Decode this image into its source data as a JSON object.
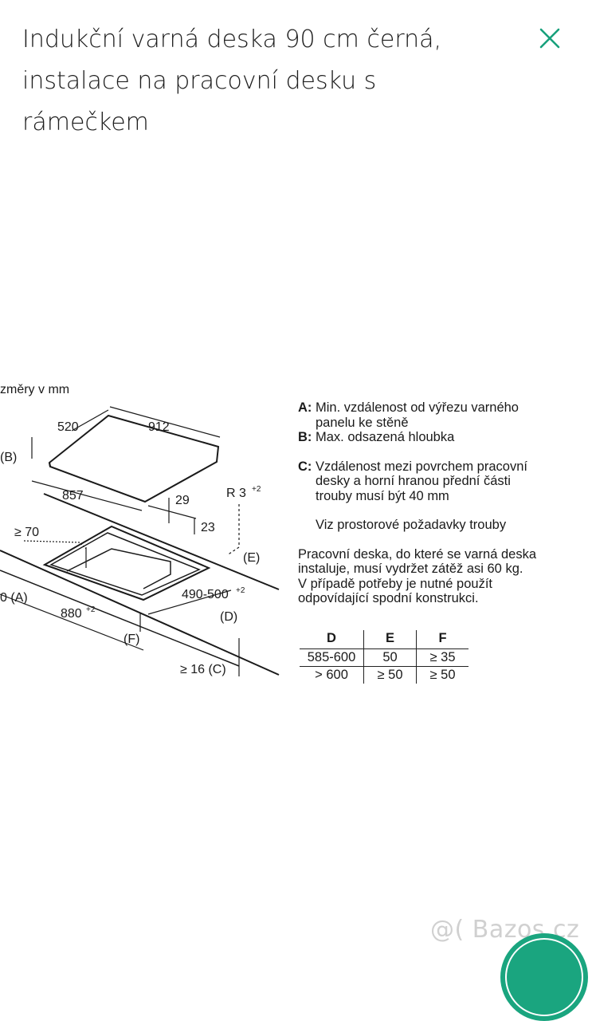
{
  "dialog": {
    "title_lines": [
      "Indukční varná deska 90 cm černá,",
      "instalace na pracovní desku s",
      "rámečkem"
    ],
    "close_icon": "close-icon",
    "accent_color": "#17a07c"
  },
  "diagram": {
    "units_label": "změry v mm",
    "dimensions": {
      "w520": "520",
      "w912": "912",
      "b": "(B)",
      "d857": "857",
      "r": "R 3",
      "r_sup": "+2",
      "d29": "29",
      "d23": "23",
      "ge70": "≥ 70",
      "e": "(E)",
      "a": "0 (A)",
      "cut": "490-500",
      "cut_sup": "+2",
      "w880": "880",
      "w880_sup": "+2",
      "d": "(D)",
      "f": "(F)",
      "c": "≥ 16 (C)"
    },
    "notes": {
      "a_key": "A:",
      "a_text": "Min. vzdálenost od výřezu varného\npanelu ke stěně",
      "b_key": "B:",
      "b_text": "Max. odsazená hloubka",
      "c_key": "C:",
      "c_text": "Vzdálenost mezi povrchem pracovní\ndesky a horní hranou přední části\ntrouby musí být 40 mm",
      "oven": "Viz prostorové požadavky trouby",
      "worktop": "Pracovní deska, do které se varná deska\ninstaluje, musí vydržet zátěž asi 60 kg.\nV případě potřeby je nutné použít\nodpovídající spodní konstrukci."
    },
    "table": {
      "headers": [
        "D",
        "E",
        "F"
      ],
      "rows": [
        [
          "585-600",
          "50",
          "≥ 35"
        ],
        [
          "> 600",
          "≥ 50",
          "≥ 50"
        ]
      ]
    }
  },
  "watermark": "@( Bazos.cz",
  "fab_color": "#1aa57f"
}
